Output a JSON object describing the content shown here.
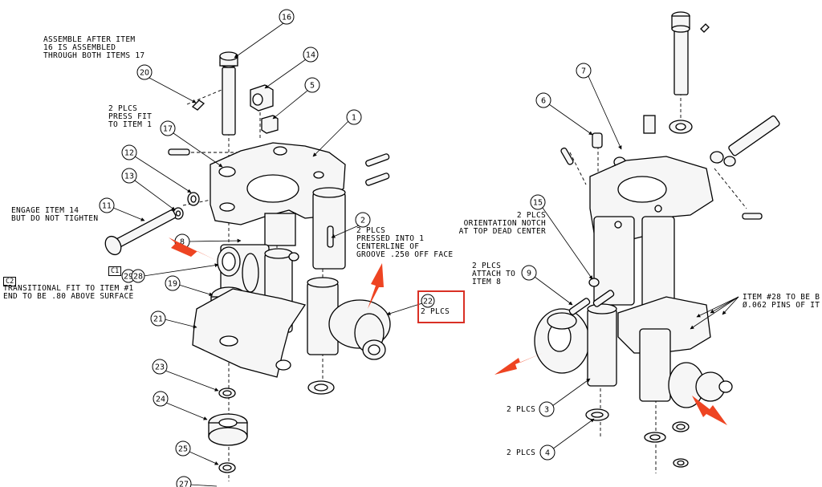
{
  "balloons": [
    {
      "id": "b16",
      "n": "16"
    },
    {
      "id": "b14",
      "n": "14"
    },
    {
      "id": "b20",
      "n": "20"
    },
    {
      "id": "b5",
      "n": "5"
    },
    {
      "id": "b1",
      "n": "1"
    },
    {
      "id": "b17",
      "n": "17"
    },
    {
      "id": "b12",
      "n": "12"
    },
    {
      "id": "b13",
      "n": "13"
    },
    {
      "id": "b11",
      "n": "11"
    },
    {
      "id": "b2",
      "n": "2"
    },
    {
      "id": "b8",
      "n": "8"
    },
    {
      "id": "b29",
      "n": "29"
    },
    {
      "id": "b28",
      "n": "28"
    },
    {
      "id": "b19",
      "n": "19"
    },
    {
      "id": "b21",
      "n": "21"
    },
    {
      "id": "b22",
      "n": "22"
    },
    {
      "id": "b23",
      "n": "23"
    },
    {
      "id": "b24",
      "n": "24"
    },
    {
      "id": "b25",
      "n": "25"
    },
    {
      "id": "b27",
      "n": "27"
    },
    {
      "id": "b7",
      "n": "7"
    },
    {
      "id": "b6",
      "n": "6"
    },
    {
      "id": "b15",
      "n": "15"
    },
    {
      "id": "b9",
      "n": "9"
    },
    {
      "id": "b3",
      "n": "3"
    },
    {
      "id": "b4",
      "n": "4"
    }
  ],
  "notes": {
    "assemble": "ASSEMBLE AFTER ITEM\n16 IS ASSEMBLED\nTHROUGH BOTH ITEMS 17",
    "pressfit": "2 PLCS\nPRESS FIT\nTO ITEM 1",
    "engage": "ENGAGE ITEM 14\nBUT DO NOT TIGHTEN",
    "transitional_tag": "C2",
    "transitional": "TRANSITIONAL FIT TO ITEM #1\nEND TO BE .80 ABOVE SURFACE",
    "c1_tag": "C1",
    "pressed": "2 PLCS\nPRESSED INTO 1\nCENTERLINE OF\nGROOVE .250 OFF FACE",
    "plcs22": "2 PLCS",
    "orientation": "2 PLCS\nORIENTATION NOTCH\nAT TOP DEAD CENTER",
    "attach": "2 PLCS\nATTACH TO\nITEM 8",
    "item28": "ITEM #28 TO BE B\nØ.062 PINS OF IT",
    "plcs3": "2 PLCS",
    "plcs4": "2 PLCS"
  },
  "colors": {
    "line": "#000000",
    "part": "#f4f4f4",
    "arrow": "#ee4422",
    "highlight": "#d93025"
  }
}
